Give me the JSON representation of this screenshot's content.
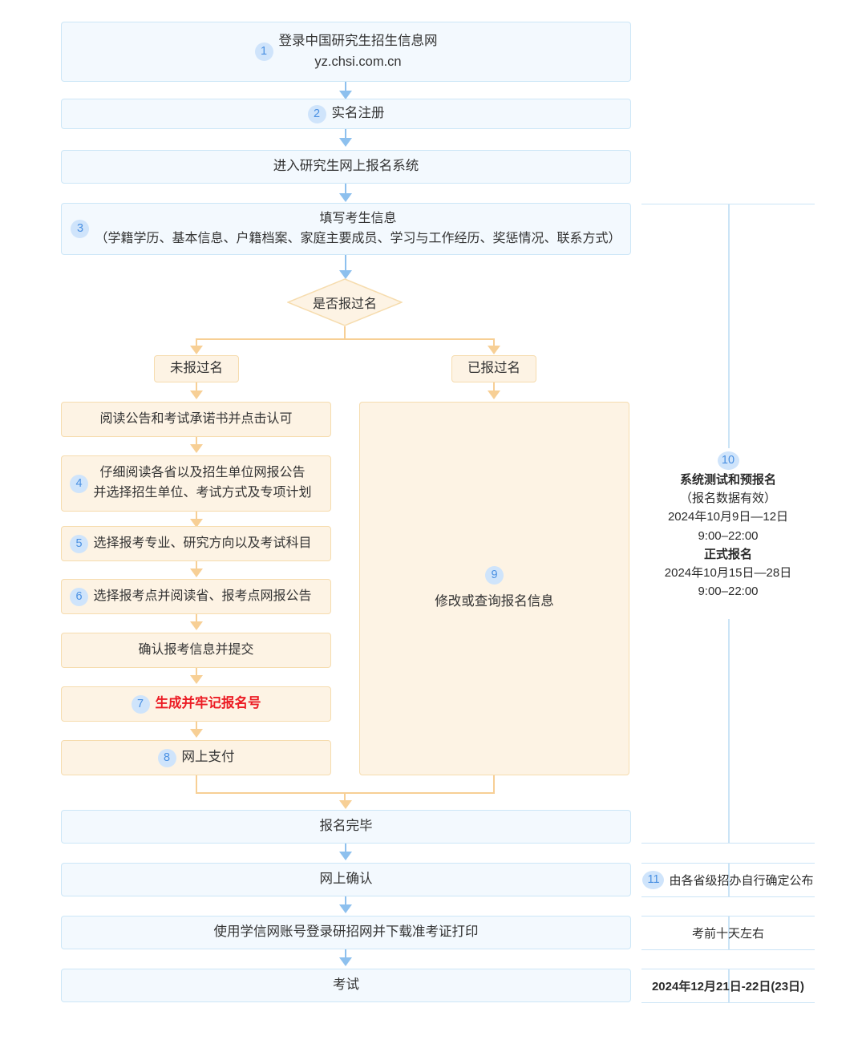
{
  "flow": {
    "steps": [
      {
        "num": "1",
        "lines": [
          "登录中国研究生招生信息网",
          "yz.chsi.com.cn"
        ],
        "style": "blue"
      },
      {
        "num": "2",
        "lines": [
          "实名注册"
        ],
        "style": "blue"
      },
      {
        "num": "",
        "lines": [
          "进入研究生网上报名系统"
        ],
        "style": "blue"
      },
      {
        "num": "3",
        "lines": [
          "填写考生信息",
          "（学籍学历、基本信息、户籍档案、家庭主要成员、学习与工作经历、奖惩情况、联系方式）"
        ],
        "style": "blue"
      }
    ],
    "decision": {
      "label": "是否报过名"
    },
    "branches": {
      "left_label": "未报过名",
      "right_label": "已报过名"
    },
    "left_steps": [
      {
        "num": "",
        "lines": [
          "阅读公告和考试承诺书并点击认可"
        ]
      },
      {
        "num": "4",
        "lines": [
          "仔细阅读各省以及招生单位网报公告",
          "并选择招生单位、考试方式及专项计划"
        ]
      },
      {
        "num": "5",
        "lines": [
          "选择报考专业、研究方向以及考试科目"
        ]
      },
      {
        "num": "6",
        "lines": [
          "选择报考点并阅读省、报考点网报公告"
        ]
      },
      {
        "num": "",
        "lines": [
          "确认报考信息并提交"
        ]
      },
      {
        "num": "7",
        "lines": [
          "生成并牢记报名号"
        ],
        "highlight": true
      },
      {
        "num": "8",
        "lines": [
          "网上支付"
        ]
      }
    ],
    "right_step": {
      "num": "9",
      "label": "修改或查询报名信息"
    },
    "tail_steps": [
      {
        "label": "报名完毕"
      },
      {
        "label": "网上确认"
      },
      {
        "label": "使用学信网账号登录研招网并下载准考证打印"
      },
      {
        "label": "考试"
      }
    ]
  },
  "sidebar": {
    "schedule": {
      "num": "10",
      "lines": [
        {
          "text": "系统测试和预报名",
          "bold": true
        },
        {
          "text": "（报名数据有效）",
          "bold": false
        },
        {
          "text": "2024年10月9日—12日",
          "bold": false
        },
        {
          "text": "9:00–22:00",
          "bold": false
        },
        {
          "text": "正式报名",
          "bold": true
        },
        {
          "text": "2024年10月15日—28日",
          "bold": false
        },
        {
          "text": "9:00–22:00",
          "bold": false
        }
      ]
    },
    "notes": [
      {
        "num": "11",
        "text": "由各省级招办自行确定公布",
        "bold": false
      },
      {
        "num": "",
        "text": "考前十天左右",
        "bold": false
      },
      {
        "num": "",
        "text": "2024年12月21日-22日(23日)",
        "bold": true
      }
    ]
  },
  "colors": {
    "blue_fill": "#f3f9fe",
    "blue_border": "#cce6f7",
    "orange_fill": "#fdf3e4",
    "orange_border": "#f6dcae",
    "badge_bg": "#cfe4fb",
    "badge_text": "#4a90e2",
    "arrow_blue": "#8dc0ee",
    "arrow_orange": "#f7cf95",
    "highlight_red": "#ec1c24",
    "sidebar_line": "#cbe4f6"
  }
}
